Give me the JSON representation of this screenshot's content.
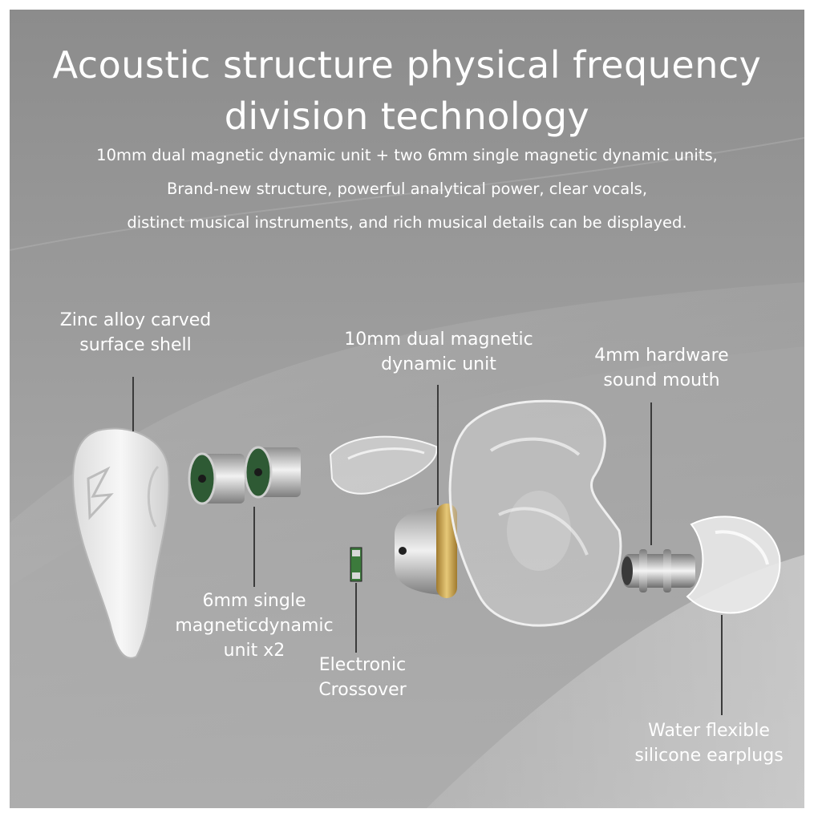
{
  "heading": {
    "line1": "Acoustic structure physical frequency",
    "line2": "division technology"
  },
  "description": {
    "line1": "10mm dual magnetic dynamic unit + two 6mm single magnetic dynamic units,",
    "line2": "Brand-new structure, powerful analytical power, clear vocals,",
    "line3": "distinct musical instruments, and rich musical details can be displayed."
  },
  "callouts": {
    "shell": {
      "line1": "Zinc alloy carved",
      "line2": "surface shell"
    },
    "dual_unit": {
      "line1": "10mm dual magnetic",
      "line2": "dynamic unit"
    },
    "sound_mouth": {
      "line1": "4mm hardware",
      "line2": "sound mouth"
    },
    "single_unit": {
      "line1": "6mm single",
      "line2": "magneticdynamic",
      "line3": "unit x2"
    },
    "crossover": {
      "line1": "Electronic",
      "line2": "Crossover"
    },
    "earplugs": {
      "line1": "Water flexible",
      "line2": "silicone earplugs"
    }
  },
  "colors": {
    "text": "#ffffff",
    "leader_line": "#3b3b3b",
    "gold_ring": "#c9a24a",
    "driver_green": "#2e5a34"
  }
}
